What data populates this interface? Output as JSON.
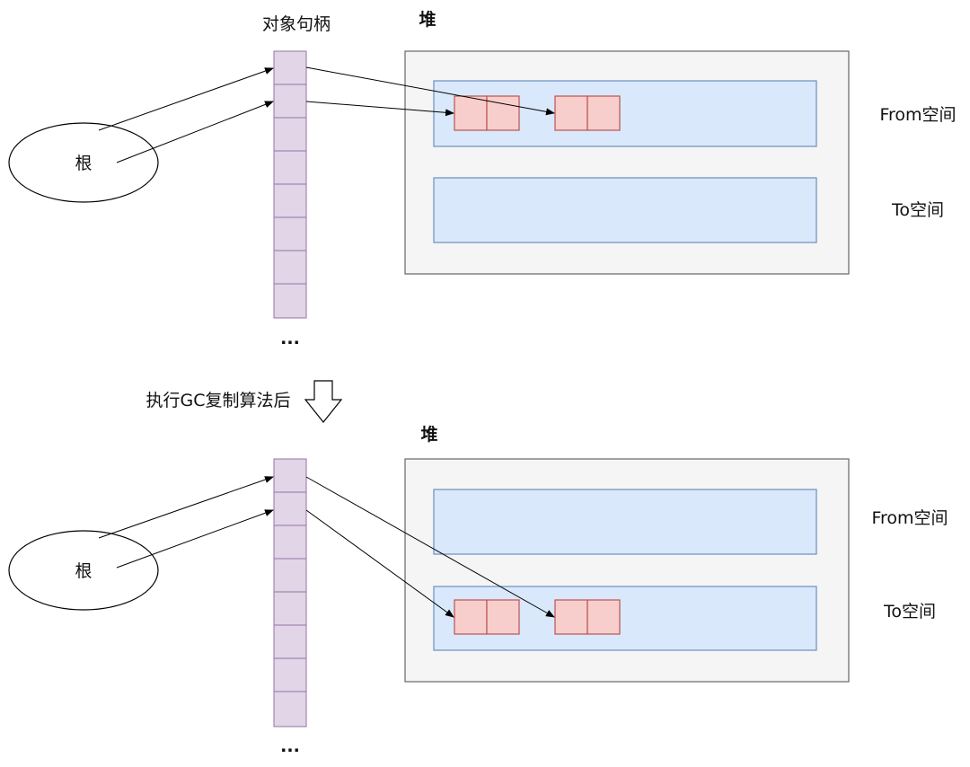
{
  "top": {
    "handle_title": "对象句柄",
    "heap_label": "堆",
    "root_label": "根",
    "from_label": "From空间",
    "to_label": "To空间",
    "ellipsis": "..."
  },
  "transition": {
    "label": "执行GC复制算法后",
    "icon": "down-arrow-icon"
  },
  "bottom": {
    "heap_label": "堆",
    "root_label": "根",
    "from_label": "From空间",
    "to_label": "To空间",
    "ellipsis": "..."
  },
  "colors": {
    "handle_fill": "#e1d5e7",
    "handle_stroke": "#9673a6",
    "heap_fill": "#f5f5f5",
    "heap_stroke": "#666666",
    "space_fill": "#dae8fc",
    "space_stroke": "#6c8ebf",
    "object_fill": "#f8cecc",
    "object_stroke": "#b85450"
  }
}
